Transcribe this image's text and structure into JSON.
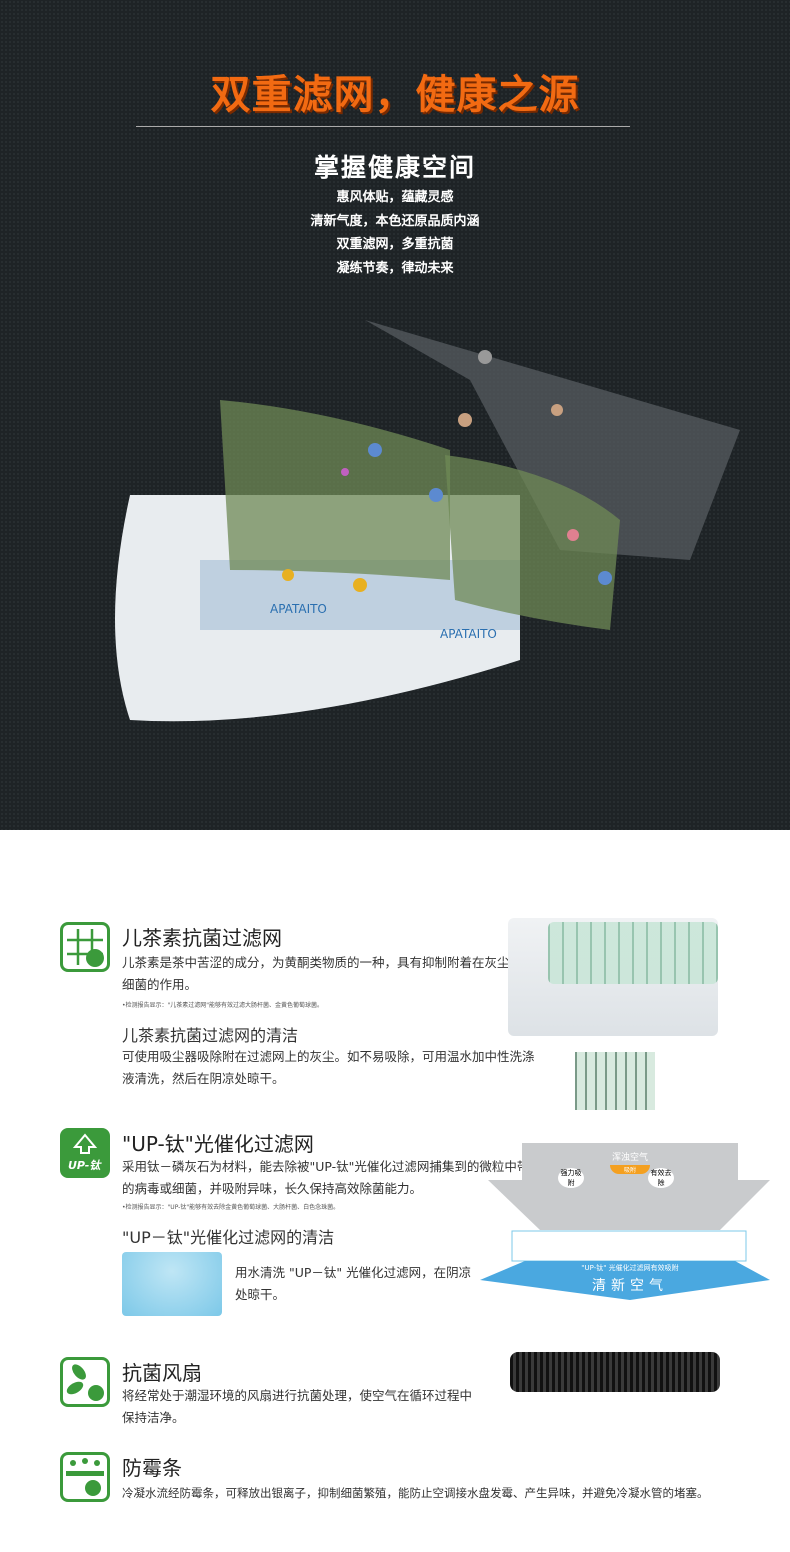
{
  "hero": {
    "title": "双重滤网，健康之源",
    "subtitle": "掌握健康空间",
    "lines": [
      "惠风体贴，蕴藏灵感",
      "清新气度，本色还原品质内涵",
      "双重滤网，多重抗菌",
      "凝练节奏，律动未来"
    ],
    "filter_label": "APATAITO"
  },
  "features": [
    {
      "title": "儿茶素抗菌过滤网",
      "desc": "儿茶素是茶中苦涩的成分，为黄酮类物质的一种，具有抑制附着在灰尘上的细菌的作用。",
      "note": "•检测报告显示：\"儿茶素过滤网\"能够有效过滤大肠杆菌、金黄色葡萄球菌。",
      "sub_title": "儿茶素抗菌过滤网的清洁",
      "sub_desc": "可使用吸尘器吸除附在过滤网上的灰尘。如不易吸除，可用温水加中性洗涤液清洗，然后在阴凉处晾干。"
    },
    {
      "title": "\"UP-钛\"光催化过滤网",
      "icon_label": "UP-钛",
      "desc": "采用钛－磷灰石为材料，能去除被\"UP-钛\"光催化过滤网捕集到的微粒中带有的病毒或细菌，并吸附异味，长久保持高效除菌能力。",
      "note": "•检测报告显示：\"UP-钛\"能够有效去除金黄色葡萄球菌、大肠杆菌、白色念珠菌。",
      "sub_title": "\"UP－钛\"光催化过滤网的清洁",
      "sub_desc": "用水清洗 \"UP－钛\" 光催化过滤网，在阴凉处晾干。",
      "diagram": {
        "top": "浑浊空气",
        "badge": "吸附",
        "bubble1": "强力吸附",
        "bubble2": "有效去除",
        "bottom_caption": "\"UP-钛\" 光催化过滤网有效吸附",
        "bottom": "清新空气"
      }
    },
    {
      "title": "抗菌风扇",
      "desc": "将经常处于潮湿环境的风扇进行抗菌处理，使空气在循环过程中保持洁净。"
    },
    {
      "title": "防霉条",
      "desc": "冷凝水流经防霉条，可释放出银离子，抑制细菌繁殖，能防止空调接水盘发霉、产生异味，并避免冷凝水管的堵塞。"
    }
  ],
  "colors": {
    "accent": "#f26a12",
    "green": "#3b9a3b",
    "blue": "#3a9ee0"
  }
}
